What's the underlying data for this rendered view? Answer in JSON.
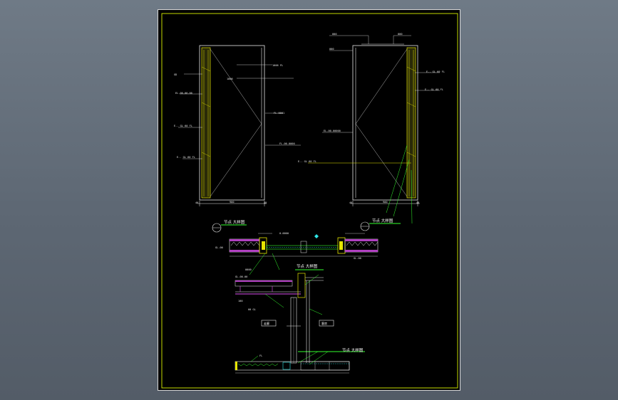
{
  "drawing": {
    "elevation_left": {
      "labels": [
        "GD",
        "EL-00-00-00",
        "E-- GL 60 FL",
        "E-- GL 60 FL",
        "1006 FL",
        "1006",
        "FL-0001",
        "FL-00-0000"
      ],
      "dims_bottom": [
        "40",
        "900",
        "40"
      ]
    },
    "elevation_right": {
      "labels": [
        "E-- GL 60 FL",
        "E-- GL 60 FL",
        "EL-00-00000",
        "E-- GL 60 FL"
      ],
      "dims_top": [
        "000",
        "000",
        "000"
      ],
      "dims_bottom": [
        "40",
        "900",
        "40"
      ]
    },
    "section_titles": [
      "节点 大样图",
      "节点 大样图",
      "节点 大样图",
      "节点 大样图"
    ],
    "section_labels": [
      "GL-00",
      "GL-00",
      "0-0000",
      "0000",
      "GL-00-00",
      "100",
      "00 GL",
      "FL"
    ],
    "room_tags": [
      "走廊",
      "客房"
    ]
  },
  "colors": {
    "frame": "#d8f000",
    "line_white": "#e8e8e8",
    "line_green": "#35ff2e",
    "line_yellow": "#e6e600",
    "fill_magenta": "#b040c0",
    "line_cyan": "#2ee6e6"
  }
}
